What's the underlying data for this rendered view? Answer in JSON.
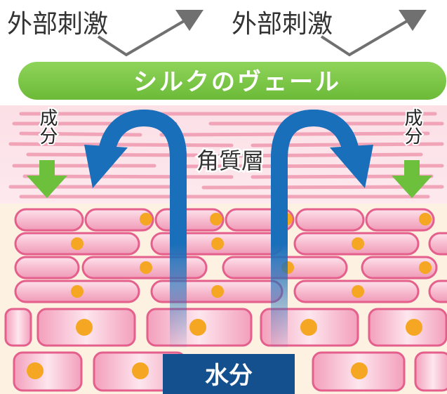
{
  "labels": {
    "external_stimulus_left": "外部刺激",
    "external_stimulus_right": "外部刺激",
    "silk_veil": "シルクのヴェール",
    "ingredient_left": "成分",
    "ingredient_right": "成分",
    "stratum_corneum": "角質層",
    "moisture": "水分"
  },
  "colors": {
    "veil_green": "#78c843",
    "ingredient_arrow_green": "#6cc03c",
    "moisture_arrow_blue": "#1a6fba",
    "moisture_box_blue": "#15508e",
    "cell_pink": "#f3a9c2",
    "nucleus_orange": "#f5a623",
    "background_cream": "#fdf3e4",
    "stimulus_arrow_gray": "#707070"
  }
}
